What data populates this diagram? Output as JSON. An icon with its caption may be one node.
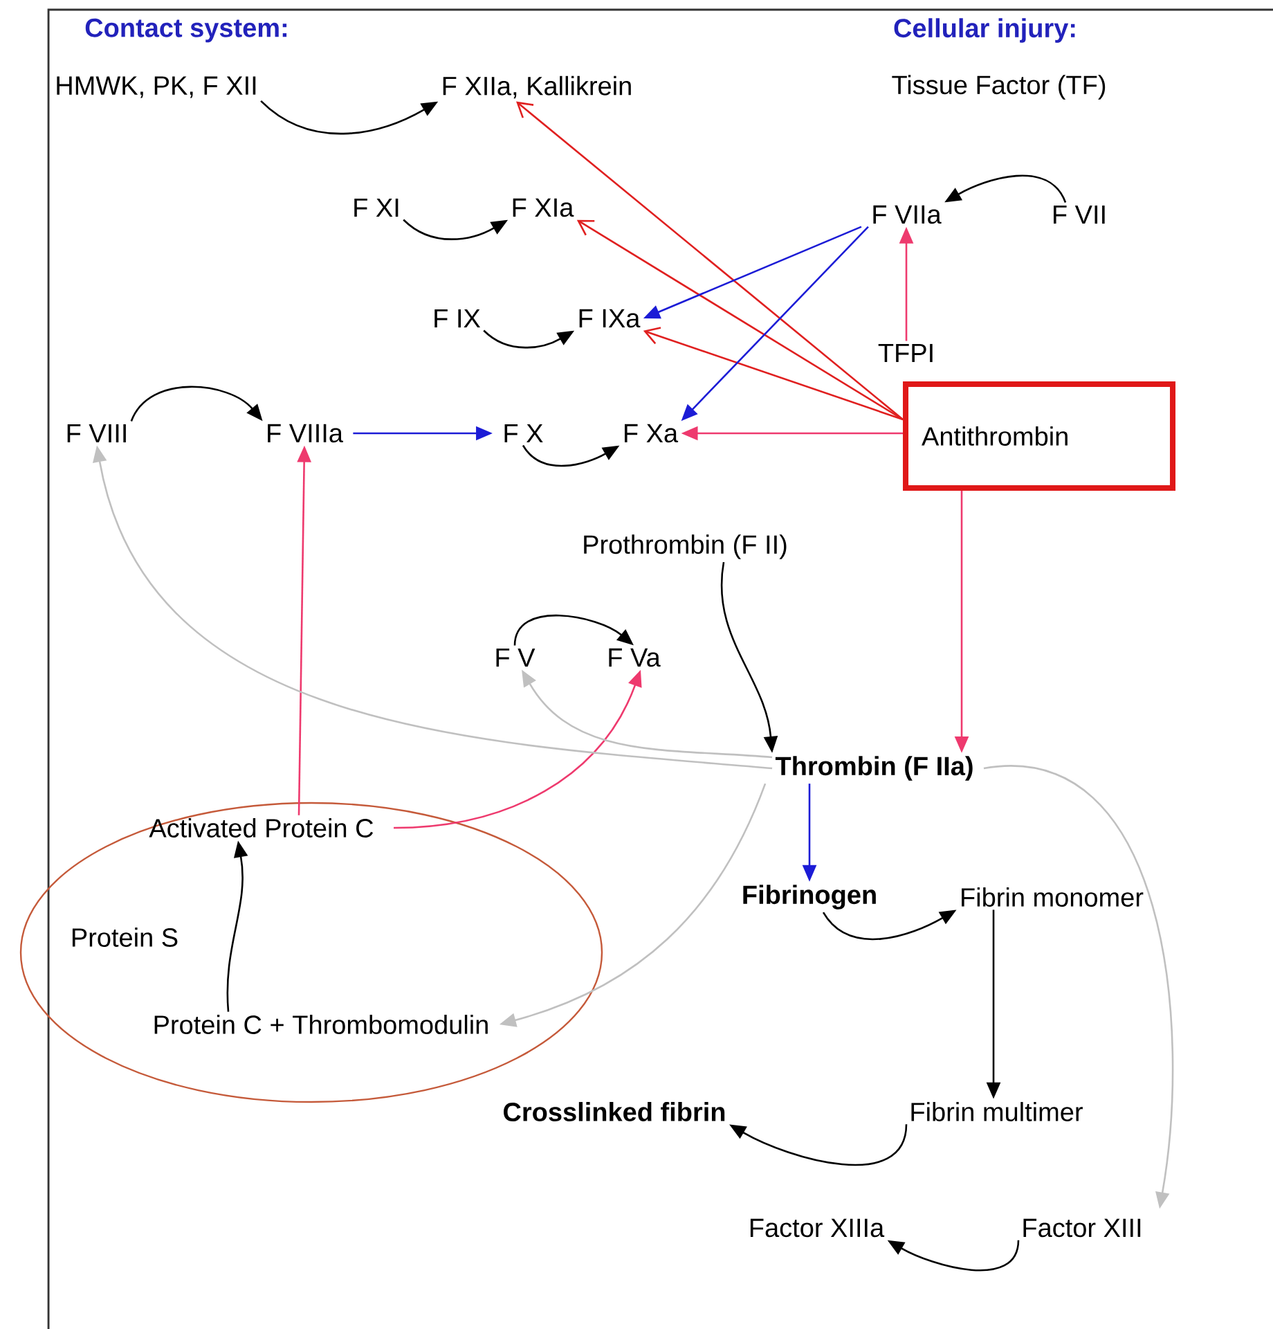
{
  "diagram": {
    "nodes": [
      {
        "text": [
          "HMWK, PK, F XII"
        ]
      },
      {
        "text": [
          "F XIIa, Kallikrein"
        ]
      },
      {
        "text": [
          "Tissue Factor (TF)"
        ]
      },
      {
        "text": [
          "F XI"
        ]
      },
      {
        "text": [
          "F XIa"
        ]
      },
      {
        "text": [
          "F VIIa"
        ]
      },
      {
        "text": [
          "F VII"
        ]
      },
      {
        "text": [
          "F IX"
        ]
      },
      {
        "text": [
          "F IXa"
        ]
      },
      {
        "text": [
          "TFPI"
        ]
      },
      {
        "text": [
          "F VIII"
        ]
      },
      {
        "text": [
          "F VIIIa"
        ]
      },
      {
        "text": [
          "F X"
        ]
      },
      {
        "text": [
          "F Xa"
        ]
      },
      {
        "text": [
          "Antithrombin"
        ]
      },
      {
        "text": [
          "Prothrombin (F II)"
        ]
      },
      {
        "text": [
          "F V"
        ]
      },
      {
        "text": [
          "F Va"
        ]
      },
      {
        "text": [
          "Thrombin (F IIa)"
        ]
      },
      {
        "text": [],
        "shape": "ellipse"
      },
      {
        "text": [
          "Activated Protein C"
        ],
        "in": 19
      },
      {
        "text": [
          "Protein S"
        ],
        "in": 19
      },
      {
        "text": [
          "Protein C + Thrombomodulin"
        ],
        "in": 19
      },
      {
        "text": [
          "Fibrinogen"
        ]
      },
      {
        "text": [
          "Fibrin monomer"
        ]
      },
      {
        "text": [
          "Crosslinked fibrin"
        ]
      },
      {
        "text": [
          "Fibrin multimer"
        ]
      },
      {
        "text": [
          "Factor XIIIa"
        ]
      },
      {
        "text": [
          "Factor XIII"
        ]
      }
    ],
    "edges": [
      {
        "from": 0,
        "to": 1,
        "arrow": "to"
      },
      {
        "from": 3,
        "to": 4,
        "arrow": "to"
      },
      {
        "from": 7,
        "to": 8,
        "arrow": "to"
      },
      {
        "from": 10,
        "to": 11,
        "arrow": "to"
      },
      {
        "from": 6,
        "to": 5,
        "arrow": "to"
      },
      {
        "from": 12,
        "to": 13,
        "arrow": "to"
      },
      {
        "from": 16,
        "to": 17,
        "arrow": "to"
      },
      {
        "from": 15,
        "to": 18,
        "arrow": "to"
      },
      {
        "from": 23,
        "to": 24,
        "arrow": "to"
      },
      {
        "from": 24,
        "to": 26,
        "arrow": "to"
      },
      {
        "from": 26,
        "to": 25,
        "arrow": "to"
      },
      {
        "from": 28,
        "to": 27,
        "arrow": "to"
      },
      {
        "from": 22,
        "to": 20,
        "arrow": "to"
      },
      {
        "from": 14,
        "to": 1,
        "arrow": "to",
        "color": "#e02020"
      },
      {
        "from": 14,
        "to": 4,
        "arrow": "to",
        "color": "#e02020"
      },
      {
        "from": 14,
        "to": 8,
        "arrow": "to",
        "color": "#e02020"
      },
      {
        "from": 14,
        "to": 13,
        "arrow": "to",
        "color": "#ee3a6e"
      },
      {
        "from": 14,
        "to": 18,
        "arrow": "to",
        "color": "#ee3a6e"
      },
      {
        "from": 9,
        "to": 5,
        "arrow": "to",
        "color": "#ee3a6e"
      },
      {
        "from": 20,
        "to": 11,
        "arrow": "to",
        "color": "#ee3a6e"
      },
      {
        "from": 20,
        "to": 17,
        "arrow": "to",
        "color": "#ee3a6e"
      },
      {
        "from": 11,
        "to": 12,
        "arrow": "to",
        "color": "#1c1cd6"
      },
      {
        "from": 5,
        "to": 8,
        "arrow": "to",
        "color": "#1c1cd6"
      },
      {
        "from": 5,
        "to": 13,
        "arrow": "to",
        "color": "#1c1cd6"
      },
      {
        "from": 18,
        "to": 23,
        "arrow": "to",
        "color": "#1c1cd6"
      },
      {
        "from": 18,
        "to": 10,
        "arrow": "to",
        "color": "#c0c0c0"
      },
      {
        "from": 18,
        "to": 16,
        "arrow": "to",
        "color": "#c0c0c0"
      },
      {
        "from": 18,
        "to": 22,
        "arrow": "to",
        "color": "#c0c0c0"
      },
      {
        "from": 18,
        "to": 28,
        "arrow": "to",
        "color": "#c0c0c0"
      }
    ],
    "labels": [
      "Contact system:",
      "Cellular injury:"
    ]
  }
}
